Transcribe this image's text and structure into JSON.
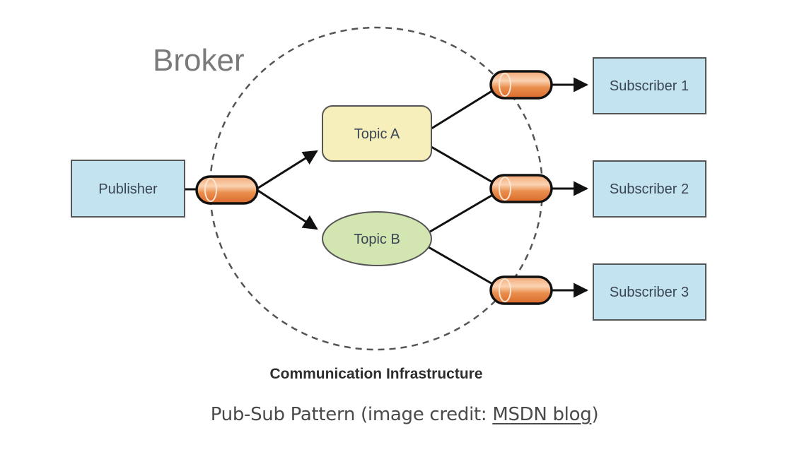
{
  "diagram": {
    "broker_label": "Broker",
    "infrastructure_label": "Communication Infrastructure",
    "publisher": {
      "label": "Publisher"
    },
    "topics": [
      {
        "label": "Topic A",
        "shape": "rounded-rect"
      },
      {
        "label": "Topic B",
        "shape": "ellipse"
      }
    ],
    "subscribers": [
      {
        "label": "Subscriber 1"
      },
      {
        "label": "Subscriber 2"
      },
      {
        "label": "Subscriber 3"
      }
    ],
    "connections": [
      {
        "from": "Publisher",
        "to": "Topic A"
      },
      {
        "from": "Publisher",
        "to": "Topic B"
      },
      {
        "from": "Topic A",
        "to": "Subscriber 1"
      },
      {
        "from": "Topic A",
        "to": "Subscriber 2"
      },
      {
        "from": "Topic B",
        "to": "Subscriber 2"
      },
      {
        "from": "Topic B",
        "to": "Subscriber 3"
      }
    ],
    "colors": {
      "box_fill": "#c4e3f0",
      "topic_a_fill": "#f6eebb",
      "topic_b_fill": "#d3e6b1",
      "queue_fill": "#ea8f4e"
    }
  },
  "caption": {
    "text": "Pub-Sub Pattern (image credit: ",
    "link_text": "MSDN blog",
    "suffix": ")"
  }
}
